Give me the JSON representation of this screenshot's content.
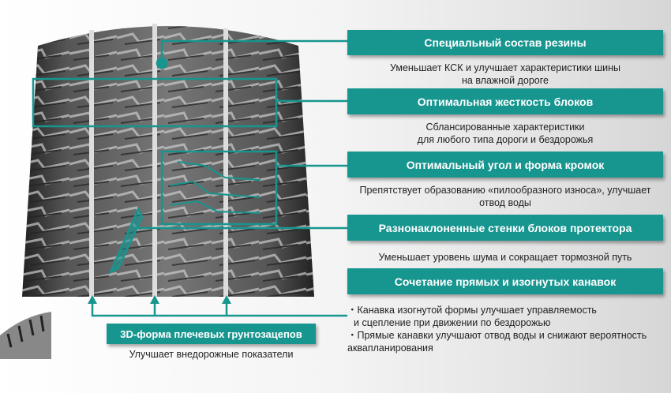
{
  "features": [
    {
      "title": "Специальный состав резины",
      "desc": [
        "Уменьшает КСК и улучшает характеристики шины",
        "на влажной дороге"
      ]
    },
    {
      "title": "Оптимальная жесткость блоков",
      "desc": [
        "Сблансированные характеристики",
        "для любого типа дороги и бездорожья"
      ]
    },
    {
      "title": "Оптимальный угол и форма кромок",
      "desc": [
        "Препятствует образованию «пилообразного износа», улучшает",
        "отвод воды"
      ]
    },
    {
      "title": "Разнонаклоненные стенки блоков протектора",
      "desc": [
        "Уменьшает уровень шума и сокращает тормозной путь"
      ]
    },
    {
      "title": "Сочетание прямых и изогнутых канавок",
      "desc": [
        "・Канавка изогнутой формы улучшает управляемость",
        "и сцепление при движении по бездорожью",
        "・Прямые канавки улучшают отвод воды и снижают вероятность",
        "аквапланирования"
      ]
    }
  ],
  "shoulder": {
    "title": "3D-форма плечевых грунтозацепов",
    "desc": "Улучшает внедорожные показатели"
  },
  "colors": {
    "accent": "#17958f",
    "tire": "#3a3a3a"
  }
}
